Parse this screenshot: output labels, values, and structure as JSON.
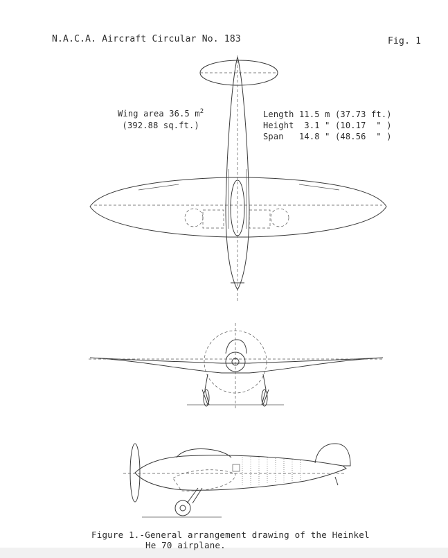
{
  "header": {
    "left": "N.A.C.A. Aircraft Circular No. 183",
    "right": "Fig. 1"
  },
  "wing_area": {
    "line1": "Wing area 36.5 m",
    "sup": "2",
    "line2": "(392.88 sq.ft.)"
  },
  "dimensions": [
    {
      "label": "Length",
      "value": "11.5 m",
      "imperial": "(37.73 ft.)"
    },
    {
      "label": "Height",
      "value": " 3.1 \"",
      "imperial": "(10.17  \" )"
    },
    {
      "label": "Span  ",
      "value": "14.8 \"",
      "imperial": "(48.56  \" )"
    }
  ],
  "caption": {
    "line1": "Figure 1.-General arrangement drawing of the Heinkel",
    "line2": "He 70 airplane."
  },
  "views": [
    "top-view",
    "front-view",
    "side-view"
  ]
}
